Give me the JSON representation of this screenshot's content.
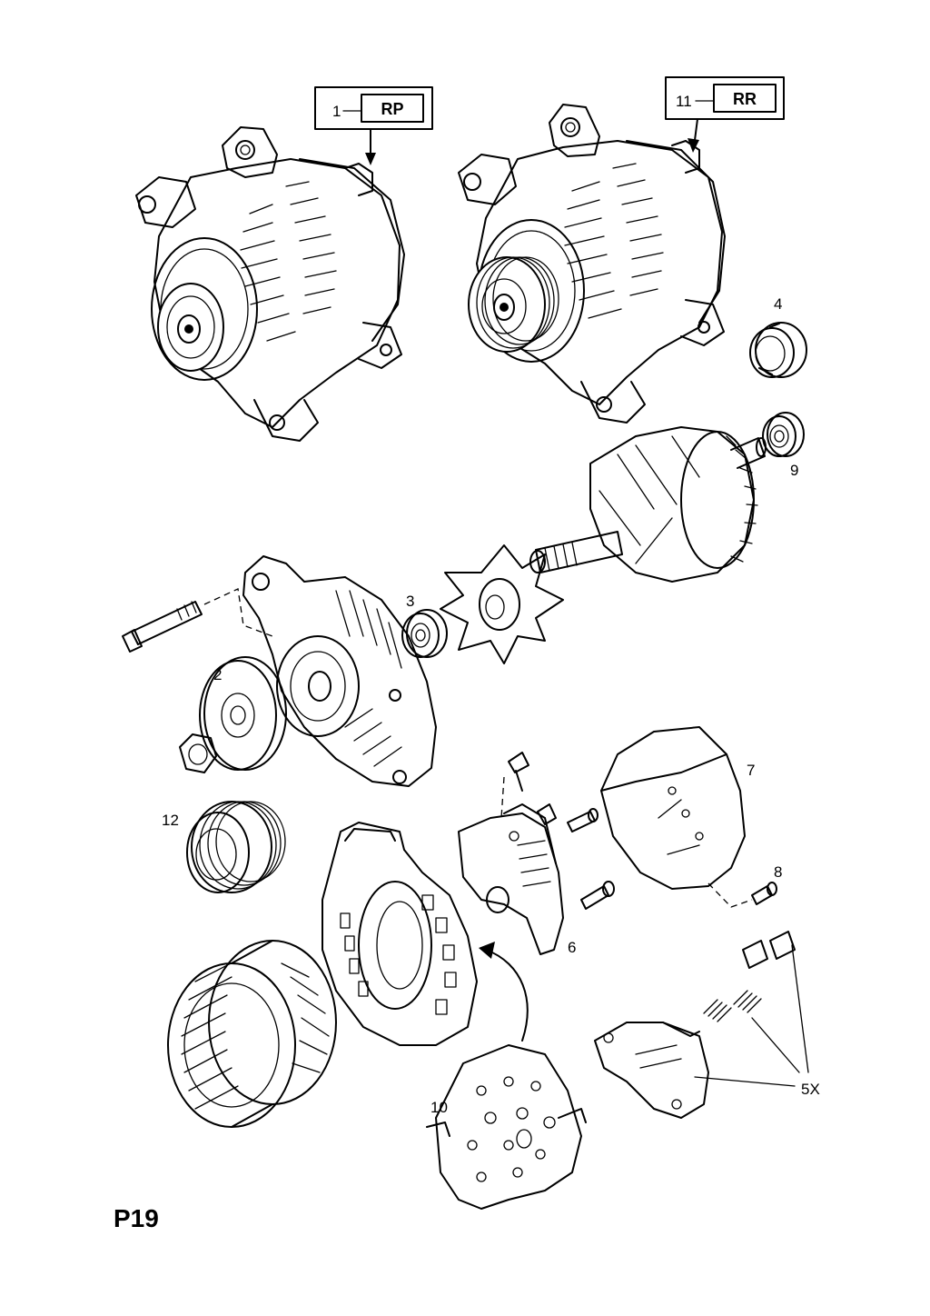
{
  "page_code": "P19",
  "callouts": {
    "assembly_rp": {
      "number": "1",
      "code": "RP"
    },
    "assembly_rr": {
      "number": "11",
      "code": "RR"
    }
  },
  "labels": {
    "pulley": "2",
    "bearing_front": "3",
    "bearing_ring": "4",
    "brush_set": "5X",
    "regulator": "6",
    "rear_cover": "7",
    "cover_screw": "8",
    "bearing_rear": "9",
    "rectifier": "10",
    "pulley_multi_v": "12"
  }
}
